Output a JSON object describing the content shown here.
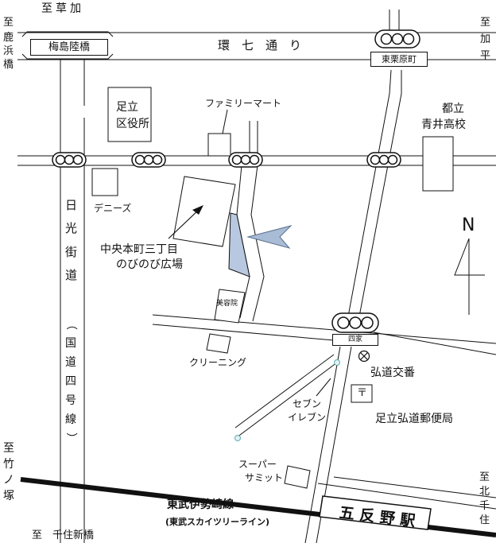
{
  "destinations": {
    "top_left_kusaka": [
      "至",
      "草",
      "加"
    ],
    "left_kasenbashi": [
      "至",
      "鹿",
      "浜",
      "橋"
    ],
    "right_kahei": [
      "至",
      "加",
      "平"
    ],
    "left_takenotsuka": [
      "至",
      "竹",
      "ノ",
      "塚"
    ],
    "right_kitasenju": [
      "至",
      "北",
      "千",
      "住"
    ],
    "bottom_senjushinbashi": "至　千住新橋"
  },
  "roads": {
    "kan7": "環　七　通　り",
    "nikko": [
      "日",
      "光",
      "街",
      "道"
    ],
    "kokudo4": [
      "（",
      "国",
      "道",
      "四",
      "号",
      "線",
      "）"
    ]
  },
  "intersections": {
    "umejima_rikkyo": "梅島陸橋",
    "higashi_kurihara": "東栗原町",
    "yotsuya": "四家"
  },
  "landmarks": {
    "ward_office": [
      "足立",
      "区役所"
    ],
    "family_mart": "ファミリーマート",
    "aoi_high_school": [
      "都立",
      "青井高校"
    ],
    "dennys": "デニーズ",
    "plaza": [
      "中央本町三丁目",
      "のびのび広場"
    ],
    "salon": "美容院",
    "cleaning": "クリーニング",
    "koban": "弘道交番",
    "seven_eleven": [
      "セブン",
      "イレブン"
    ],
    "post_office": "足立弘道郵便局",
    "post_mark": "〒",
    "supermarket": [
      "スーパー",
      "サミット"
    ],
    "north": "N"
  },
  "railway": {
    "line_name": "東武伊勢崎線",
    "line_subname": "(東武スカイツリーライン)",
    "station": "五 反 野 駅"
  },
  "colors": {
    "line": "#111111",
    "plaza_fill": "#b8c8e0",
    "arrow_fill": "#a9bcd6",
    "railway": "#111111"
  }
}
